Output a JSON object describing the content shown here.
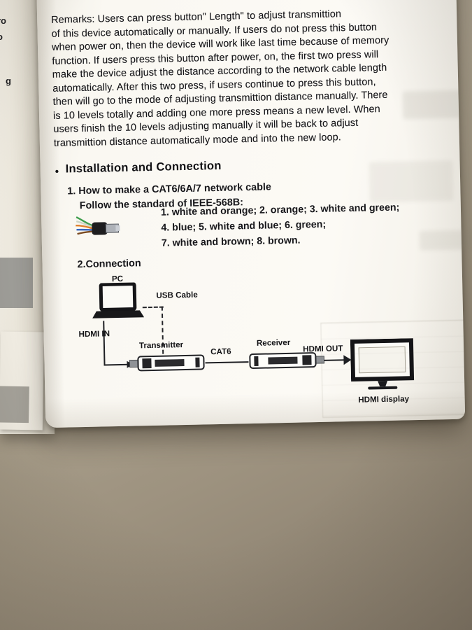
{
  "photo": {
    "wall_color": "#aea490",
    "page_color": "#fbf9f3"
  },
  "left_edge": {
    "fragments": [
      "ro",
      "o",
      "g"
    ]
  },
  "page": {
    "remarks": {
      "lines": [
        "Remarks: Users can press button\" Length\" to adjust transmittion",
        "of this device automatically or manually. If users do not press this button",
        "when power on, then the device will work like last time because of memory",
        "function. If users press this button after power, on, the first two press will",
        "make the device adjust the distance according to the network cable length",
        "automatically. After this two press, if users continue to press this button,",
        "then will go to the mode of adjusting transmittion distance manually. There",
        "is 10 levels totally and adding one more press means a new level. When",
        "users finish the 10 levels adjusting manually it will be back to adjust",
        "transmittion distance automatically mode and into the new loop."
      ]
    },
    "installation": {
      "bullet": "•",
      "heading": "Installation and Connection",
      "step1": "1. How to make a CAT6/6A/7  network cable",
      "step1_sub": "Follow the standard of IEEE-568B:",
      "wiring": [
        "1.  white and orange; 2.  orange; 3.  white and green;",
        "4.  blue; 5.  white and blue; 6.  green;",
        "7.  white and brown; 8.  brown."
      ],
      "step2": "2.Connection"
    },
    "diagram": {
      "pc": "PC",
      "usb_cable": "USB Cable",
      "hdmi_in": "HDMI IN",
      "transmitter": "Transmitter",
      "cat6": "CAT6",
      "receiver": "Receiver",
      "hdmi_out": "HDMI OUT",
      "hdmi_display": "HDMI display"
    }
  }
}
